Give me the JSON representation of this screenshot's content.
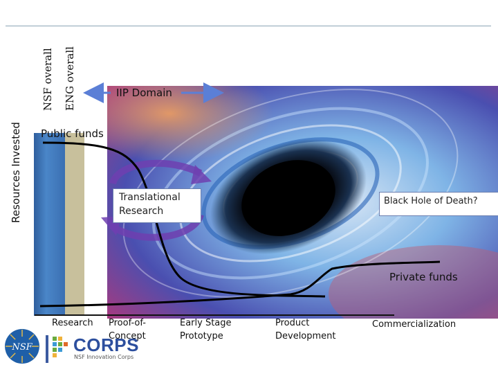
{
  "diagram": {
    "y_axis_label": "Resources Invested",
    "bars": {
      "nsf_label": "NSF overall",
      "eng_label": "ENG overall"
    },
    "iip_domain": "IIP Domain",
    "public_funds": "Public funds",
    "private_funds": "Private funds",
    "translational_research": "Translational Research",
    "black_hole": "Black Hole of Death?",
    "stages": [
      "Research",
      "Proof-of-Concept",
      "Early Stage Prototype",
      "Product Development",
      "Commercialization"
    ]
  },
  "logos": {
    "nsf": "NSF",
    "icorps_main": "CORPS",
    "icorps_sub": "NSF Innovation Corps"
  },
  "colors": {
    "public_curve": "#000000",
    "cycle_arrow": "#6f3fb0",
    "iip_arrow": "#5b7fd6",
    "nsf_bar": "#3b6fb2",
    "eng_bar": "#c8c09c"
  }
}
